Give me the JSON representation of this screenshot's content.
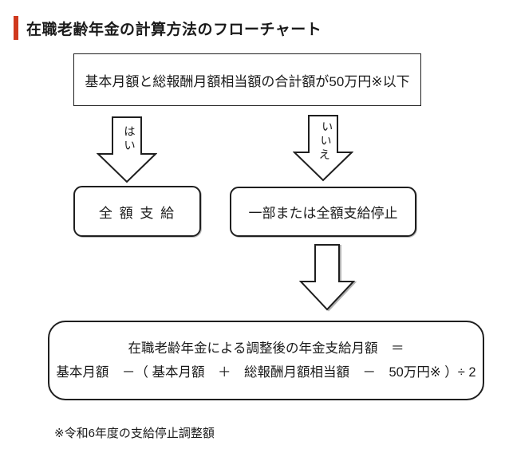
{
  "header": {
    "title": "在職老齢年金の計算方法のフローチャート",
    "accent_color": "#d0391e"
  },
  "flowchart": {
    "stroke_color": "#1f1f1f",
    "condition_box": {
      "text": "基本月額と総報酬月額相当額の合計額が50万円※以下"
    },
    "yes_arrow": {
      "label": "はい"
    },
    "no_arrow": {
      "label": "いいえ"
    },
    "full_payment_box": {
      "text": "全 額 支 給"
    },
    "suspension_box": {
      "text": "一部または全額支給停止"
    },
    "formula_box": {
      "line1": "在職老齢年金による調整後の年金支給月額　＝",
      "line2": "基本月額　－（ 基本月額　＋　総報酬月額相当額　－　50万円※ ）÷ 2"
    },
    "footnote": "※令和6年度の支給停止調整額"
  }
}
